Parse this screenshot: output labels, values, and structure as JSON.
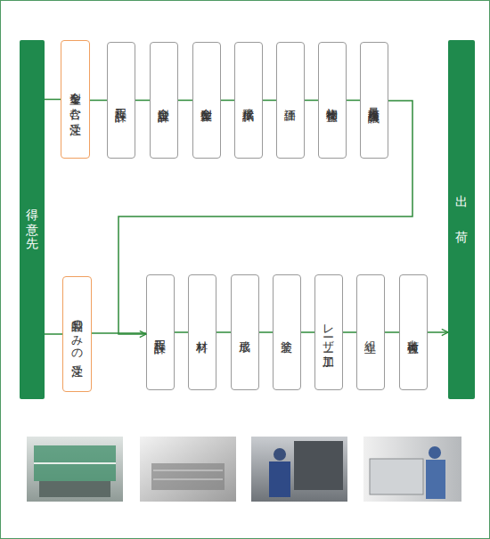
{
  "diagram": {
    "nodes": [
      {
        "text": [
          "得意先"
        ]
      },
      {
        "text": [
          "金型を含む受注"
        ]
      },
      {
        "text": [
          "工程設計"
        ]
      },
      {
        "text": [
          "金型設計"
        ]
      },
      {
        "text": [
          "金型製作"
        ]
      },
      {
        "text": [
          "成形試作"
        ]
      },
      {
        "text": [
          "評価"
        ]
      },
      {
        "text": [
          "初物検査"
        ]
      },
      {
        "text": [
          "量産検討会議"
        ]
      },
      {
        "text": [
          "製品のみの受注"
        ]
      },
      {
        "text": [
          "工程設計"
        ]
      },
      {
        "text": [
          "材料"
        ]
      },
      {
        "text": [
          "成形"
        ]
      },
      {
        "text": [
          "塗装"
        ]
      },
      {
        "text": [
          "レーザー加工"
        ]
      },
      {
        "text": [
          "組立"
        ]
      },
      {
        "text": [
          "出荷検査"
        ]
      },
      {
        "text": [
          "出荷"
        ]
      }
    ],
    "edges": [
      {
        "from": 0,
        "to": 1,
        "arrow": "none"
      },
      {
        "from": 1,
        "to": 2,
        "arrow": "none"
      },
      {
        "from": 2,
        "to": 3,
        "arrow": "none"
      },
      {
        "from": 3,
        "to": 4,
        "arrow": "none"
      },
      {
        "from": 4,
        "to": 5,
        "arrow": "none"
      },
      {
        "from": 5,
        "to": 6,
        "arrow": "none"
      },
      {
        "from": 6,
        "to": 7,
        "arrow": "none"
      },
      {
        "from": 7,
        "to": 8,
        "arrow": "none"
      },
      {
        "from": 8,
        "to": 10,
        "arrow": "to"
      },
      {
        "from": 0,
        "to": 9,
        "arrow": "none"
      },
      {
        "from": 9,
        "to": 10,
        "arrow": "none"
      },
      {
        "from": 10,
        "to": 11,
        "arrow": "none"
      },
      {
        "from": 11,
        "to": 12,
        "arrow": "none"
      },
      {
        "from": 12,
        "to": 13,
        "arrow": "none"
      },
      {
        "from": 13,
        "to": 14,
        "arrow": "none"
      },
      {
        "from": 14,
        "to": 15,
        "arrow": "none"
      },
      {
        "from": 15,
        "to": 16,
        "arrow": "none"
      },
      {
        "from": 16,
        "to": 17,
        "arrow": "to"
      }
    ]
  }
}
